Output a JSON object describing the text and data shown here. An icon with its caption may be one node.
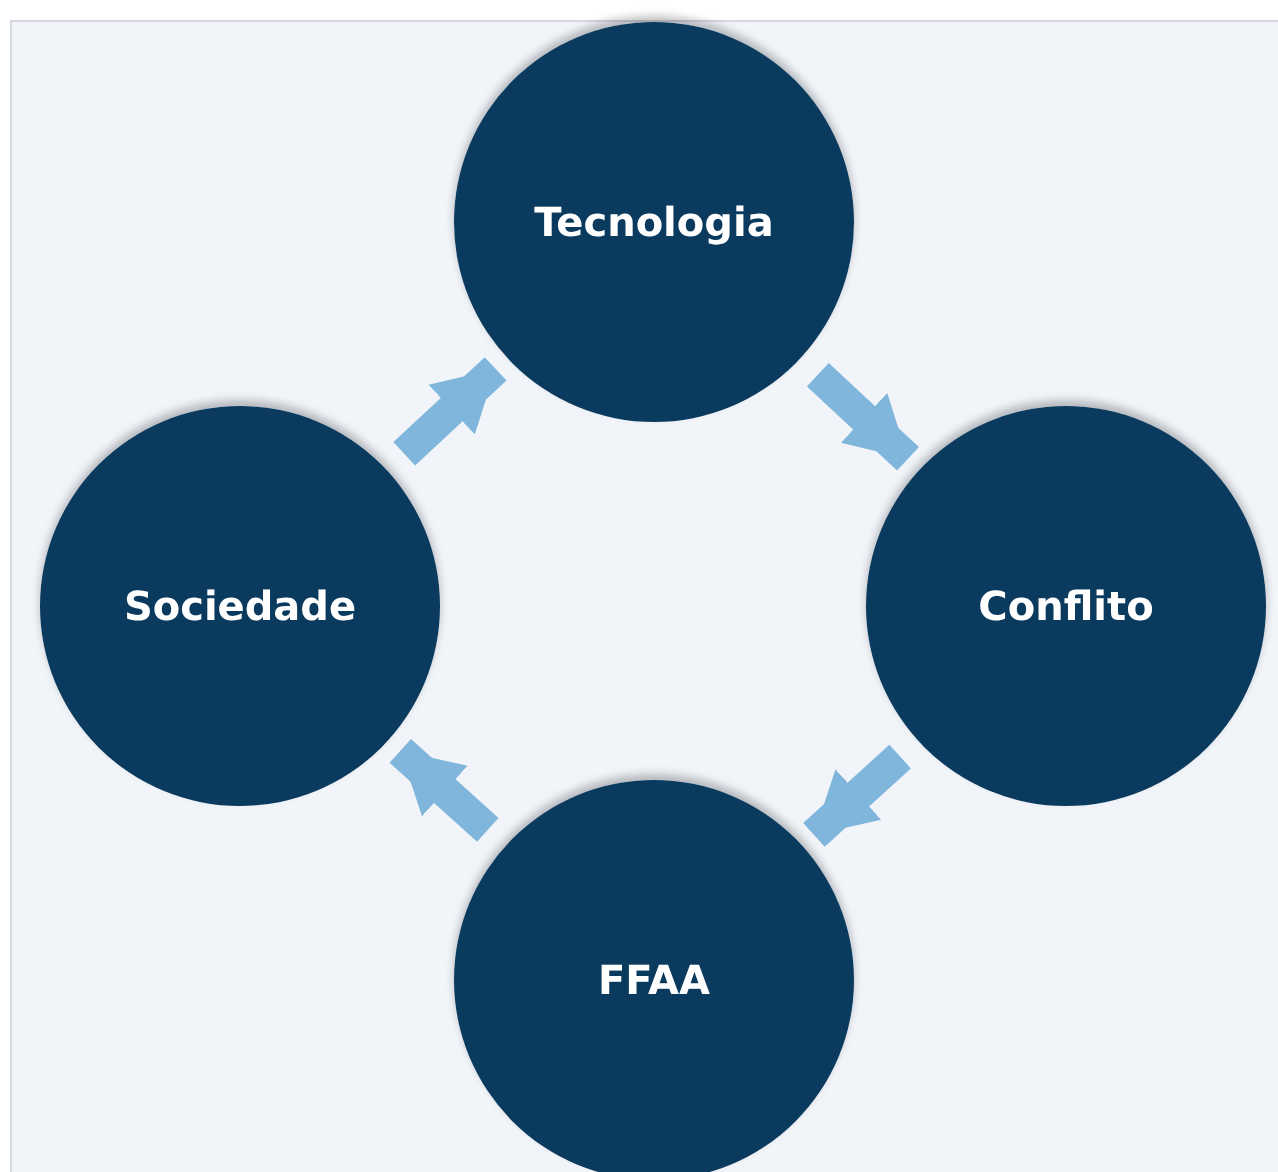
{
  "diagram": {
    "nodes": [
      {
        "text": [
          "Tecnologia"
        ]
      },
      {
        "text": [
          "Conflito"
        ]
      },
      {
        "text": [
          "FFAA"
        ]
      },
      {
        "text": [
          "Sociedade"
        ]
      }
    ],
    "edges": [
      {
        "from": 3,
        "to": 0,
        "arrow": "to"
      },
      {
        "from": 0,
        "to": 1,
        "arrow": "to"
      },
      {
        "from": 1,
        "to": 2,
        "arrow": "to"
      },
      {
        "from": 2,
        "to": 3,
        "arrow": "to"
      }
    ]
  }
}
